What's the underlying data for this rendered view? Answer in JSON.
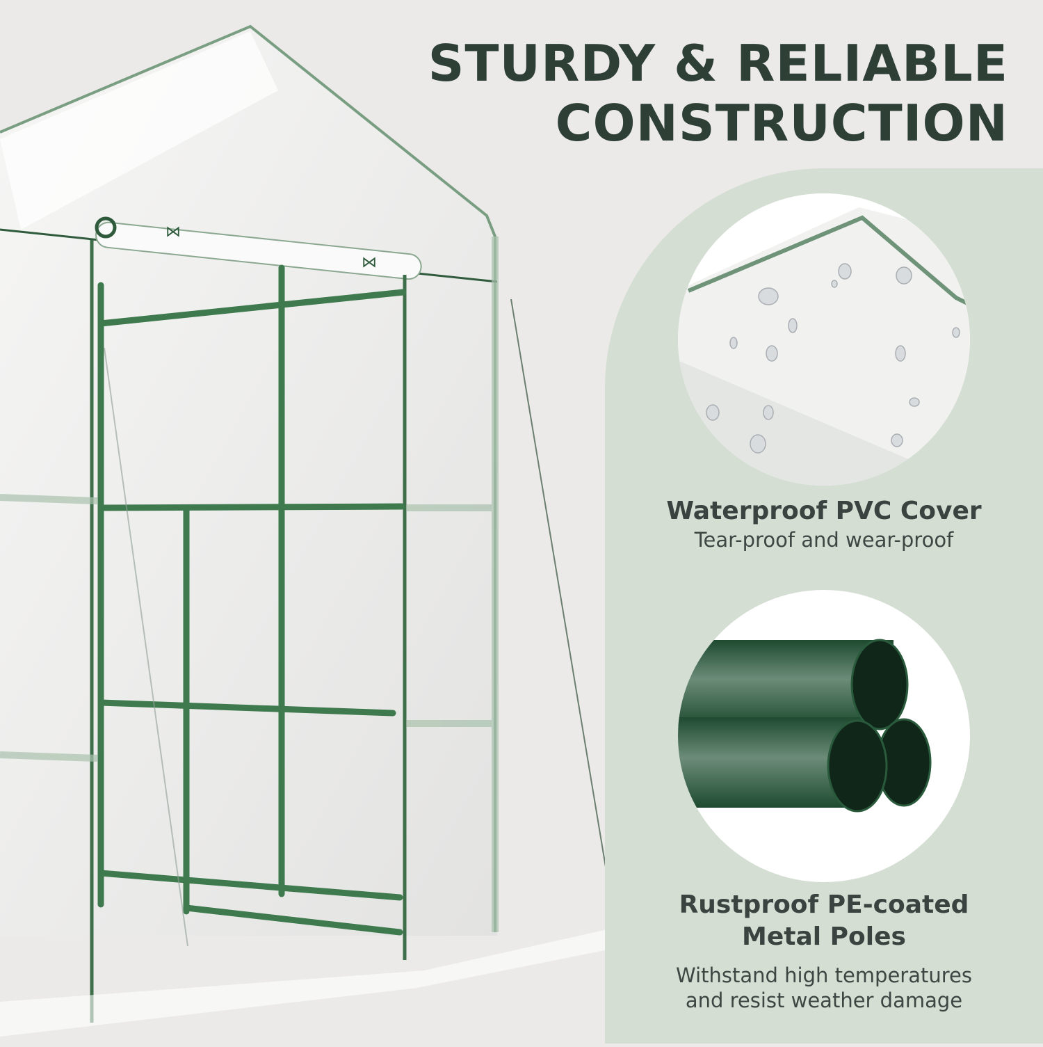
{
  "header": {
    "title_line1": "STURDY & RELIABLE",
    "title_line2": "CONSTRUCTION"
  },
  "colors": {
    "background": "#ECEAE8",
    "panel": "#D4DED3",
    "title": "#2E4036",
    "frame_green": "#3E7A4E",
    "pipe_green": "#1F4A30",
    "text": "#3C4440"
  },
  "product_image": {
    "subject": "walk-in-greenhouse",
    "description": "Walk-in greenhouse with transparent PVC cover, rolled-up door and green metal shelving frame"
  },
  "features": [
    {
      "image": "water-droplets-on-pvc",
      "title": "Waterproof PVC Cover",
      "description": "Tear-proof and wear-proof"
    },
    {
      "image": "green-metal-pipes",
      "title_line1": "Rustproof PE-coated",
      "title_line2": "Metal Poles",
      "description_line1": "Withstand high temperatures",
      "description_line2": "and resist weather damage"
    }
  ]
}
